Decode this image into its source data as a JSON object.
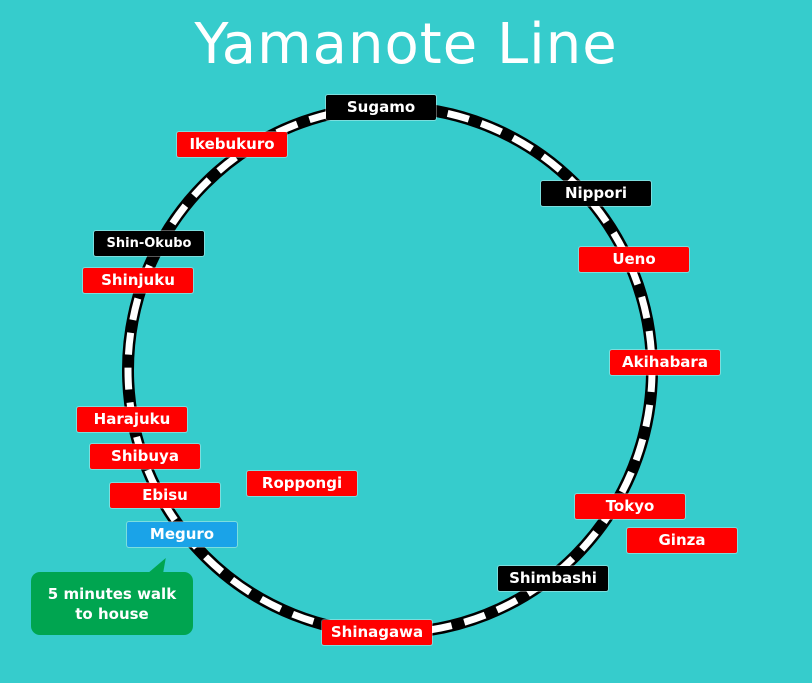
{
  "title": "Yamanote Line",
  "callout": "5 minutes walk to house",
  "colors": {
    "background": "#36cccc",
    "major_station": "#ff0000",
    "transfer_station": "#000000",
    "home_station": "#1aa3e8",
    "callout": "#00a550"
  },
  "stations": {
    "sugamo": "Sugamo",
    "ikebukuro": "Ikebukuro",
    "nippori": "Nippori",
    "shin_okubo": "Shin-Okubo",
    "ueno": "Ueno",
    "shinjuku": "Shinjuku",
    "akihabara": "Akihabara",
    "harajuku": "Harajuku",
    "shibuya": "Shibuya",
    "roppongi": "Roppongi",
    "ebisu": "Ebisu",
    "tokyo": "Tokyo",
    "meguro": "Meguro",
    "ginza": "Ginza",
    "shimbashi": "Shimbashi",
    "shinagawa": "Shinagawa"
  }
}
